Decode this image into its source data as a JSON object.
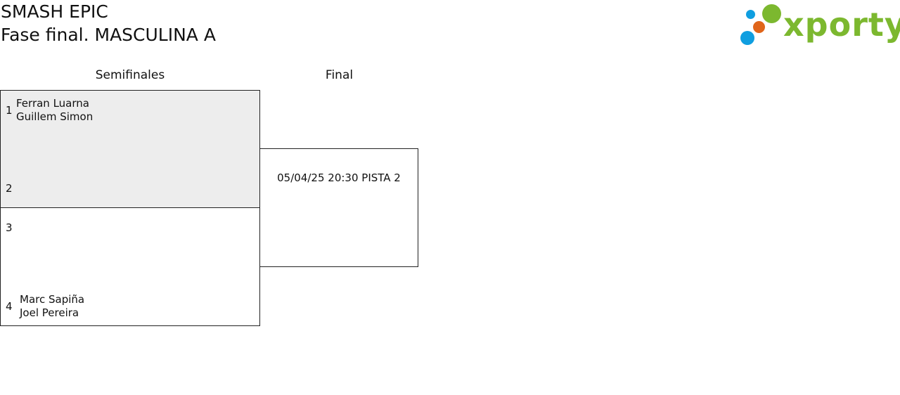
{
  "header": {
    "title": "SMASH EPIC",
    "subtitle": "Fase final. MASCULINA A"
  },
  "logo": {
    "text": "xporty",
    "colors": {
      "green": "#7cb82f",
      "blue": "#0f9ee0",
      "orange": "#e0651a"
    }
  },
  "columns": {
    "semis": "Semifinales",
    "final": "Final"
  },
  "semifinals": [
    {
      "top": {
        "seed": "1",
        "players": [
          "Ferran Luarna",
          "Guillem Simon"
        ]
      },
      "bottom": {
        "seed": "2",
        "players": []
      }
    },
    {
      "top": {
        "seed": "3",
        "players": []
      },
      "bottom": {
        "seed": "4",
        "players": [
          "Marc Sapiña",
          "Joel Pereira"
        ]
      }
    }
  ],
  "final": {
    "info": "05/04/25 20:30 PISTA 2"
  }
}
